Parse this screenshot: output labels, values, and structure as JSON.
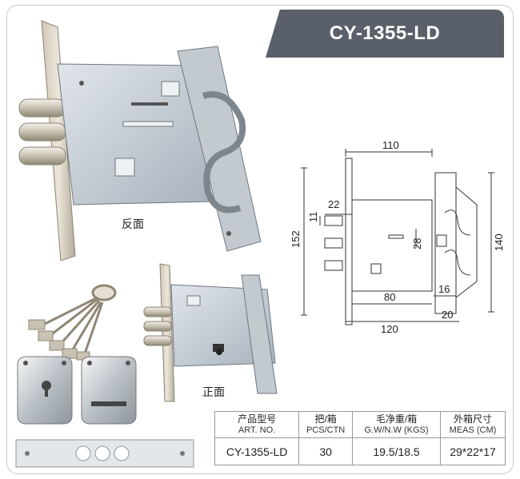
{
  "product": {
    "model_title": "CY-1355-LD"
  },
  "captions": {
    "back_view": "反面",
    "front_view": "正面"
  },
  "drawing": {
    "dimensions": {
      "total_width": "110",
      "cylinder_offset": "22",
      "bolt_diameter": "11",
      "height": "152",
      "backset": "28",
      "plate_height": "140",
      "spacing_16": "16",
      "case_depth": "80",
      "overall_depth": "120",
      "plate_width": "20"
    }
  },
  "spec_table": {
    "headers": [
      {
        "cn": "产品型号",
        "en": "ART. NO."
      },
      {
        "cn": "把/箱",
        "en": "PCS/CTN"
      },
      {
        "cn": "毛净重/箱",
        "en": "G.W/N.W (KGS)"
      },
      {
        "cn": "外箱尺寸",
        "en": "MEAS (CM)"
      }
    ],
    "row": {
      "art_no": "CY-1355-LD",
      "pcs_ctn": "30",
      "weight": "19.5/18.5",
      "meas": "29*22*17"
    }
  },
  "colors": {
    "banner": "#59606a",
    "steel": "#c4ccd4",
    "brass_plate": "#d9d2c4"
  }
}
